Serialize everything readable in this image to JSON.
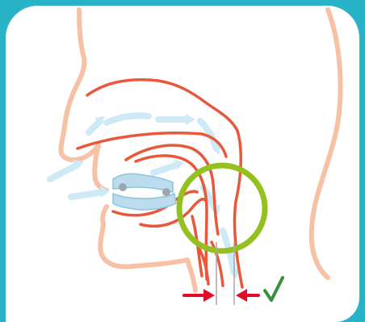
{
  "figure": {
    "icons": [
      "head-profile-outline",
      "airflow-arrows",
      "upper-airway-lines",
      "oral-appliance",
      "green-circle-highlight",
      "red-pointer-arrows",
      "check-mark-icon"
    ],
    "colors": {
      "frame": "#29b3c8",
      "head_outline": "#f7c1a5",
      "airway": "#e8583c",
      "airflow": "#cdeaf6",
      "appliance": "#bcdced",
      "highlight_ring": "#94c11f",
      "pointer_arrows": "#e30d2b",
      "check": "#3a8f3a"
    }
  }
}
